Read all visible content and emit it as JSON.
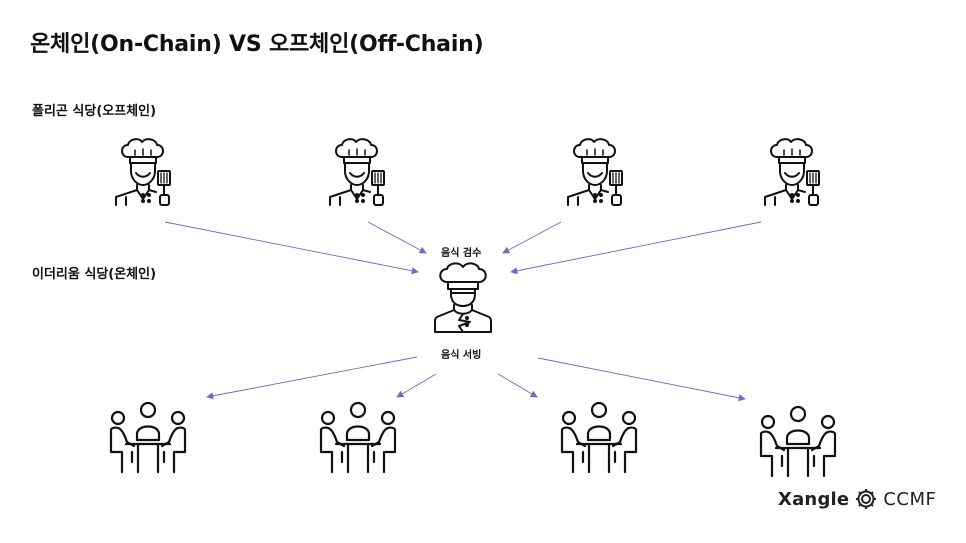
{
  "title": "온체인(On-Chain) VS 오프체인(Off-Chain)",
  "sections": {
    "offchain_label": "폴리곤 식당(오프체인)",
    "onchain_label": "이더리움 식당(온체인)"
  },
  "steps": {
    "inspection": "음식 검수",
    "serving": "음식 서빙"
  },
  "brand": {
    "xangle": "Xangle",
    "ccmf": "CCMF"
  },
  "icons": {
    "cook": "cook-with-spatula-icon",
    "head_chef": "head-chef-icon",
    "diners": "diners-at-table-icon",
    "gear": "gear-icon"
  },
  "colors": {
    "arrow": "#6b6bc8",
    "icon": "#111111"
  }
}
